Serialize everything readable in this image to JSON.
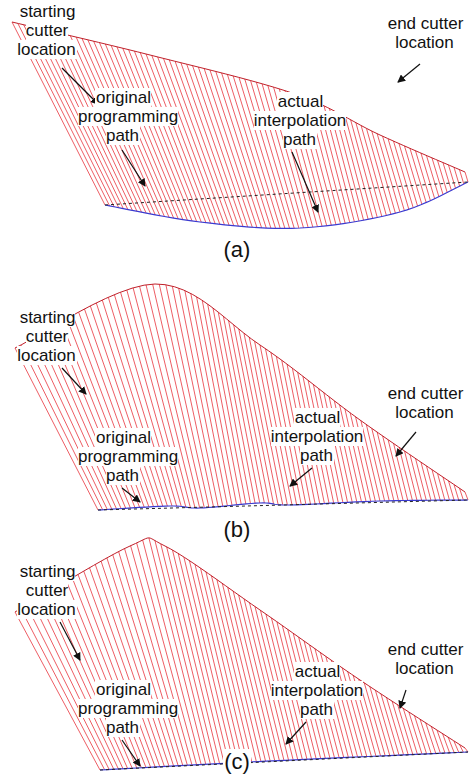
{
  "diagram": {
    "labels": [
      "starting cutter location",
      "original programming path",
      "actual interpolation path",
      "end cutter location",
      "(a)",
      "starting cutter location",
      "original programming path",
      "actual interpolation path",
      "end cutter location",
      "(b)",
      "starting cutter location",
      "original programming path",
      "actual interpolation path",
      "end cutter location",
      "(c)"
    ]
  }
}
